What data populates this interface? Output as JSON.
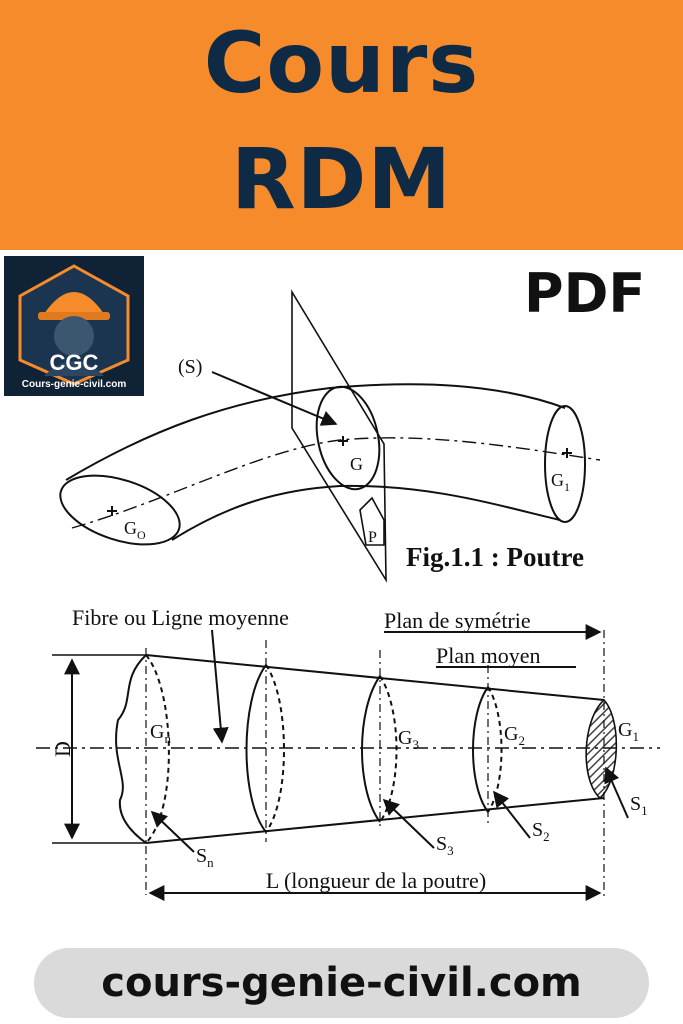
{
  "banner": {
    "line1": "Cours",
    "line2": "RDM",
    "color": "#F68B2C",
    "text_color": "#0F2A44"
  },
  "logo": {
    "monogram": "CGC",
    "caption": "Cours-genie-civil.com"
  },
  "badge": "PDF",
  "figure1": {
    "caption": "Fig.1.1 : Poutre",
    "labels": {
      "section": "(S)",
      "g": "G",
      "g1": "G",
      "g1_sub": "1",
      "go": "G",
      "go_sub": "O",
      "p": "P"
    }
  },
  "figure2": {
    "fibre": "Fibre ou Ligne moyenne",
    "plan_sym": "Plan de symétrie",
    "plan_moyen": "Plan moyen",
    "d": "D",
    "length": "L (longueur de la poutre)",
    "gn": "G",
    "gn_sub": "n",
    "g3": "G",
    "g3_sub": "3",
    "g2": "G",
    "g2_sub": "2",
    "g1": "G",
    "g1_sub": "1",
    "sn": "S",
    "sn_sub": "n",
    "s3": "S",
    "s3_sub": "3",
    "s2": "S",
    "s2_sub": "2",
    "s1": "S",
    "s1_sub": "1"
  },
  "footer": {
    "url": "cours-genie-civil.com"
  }
}
